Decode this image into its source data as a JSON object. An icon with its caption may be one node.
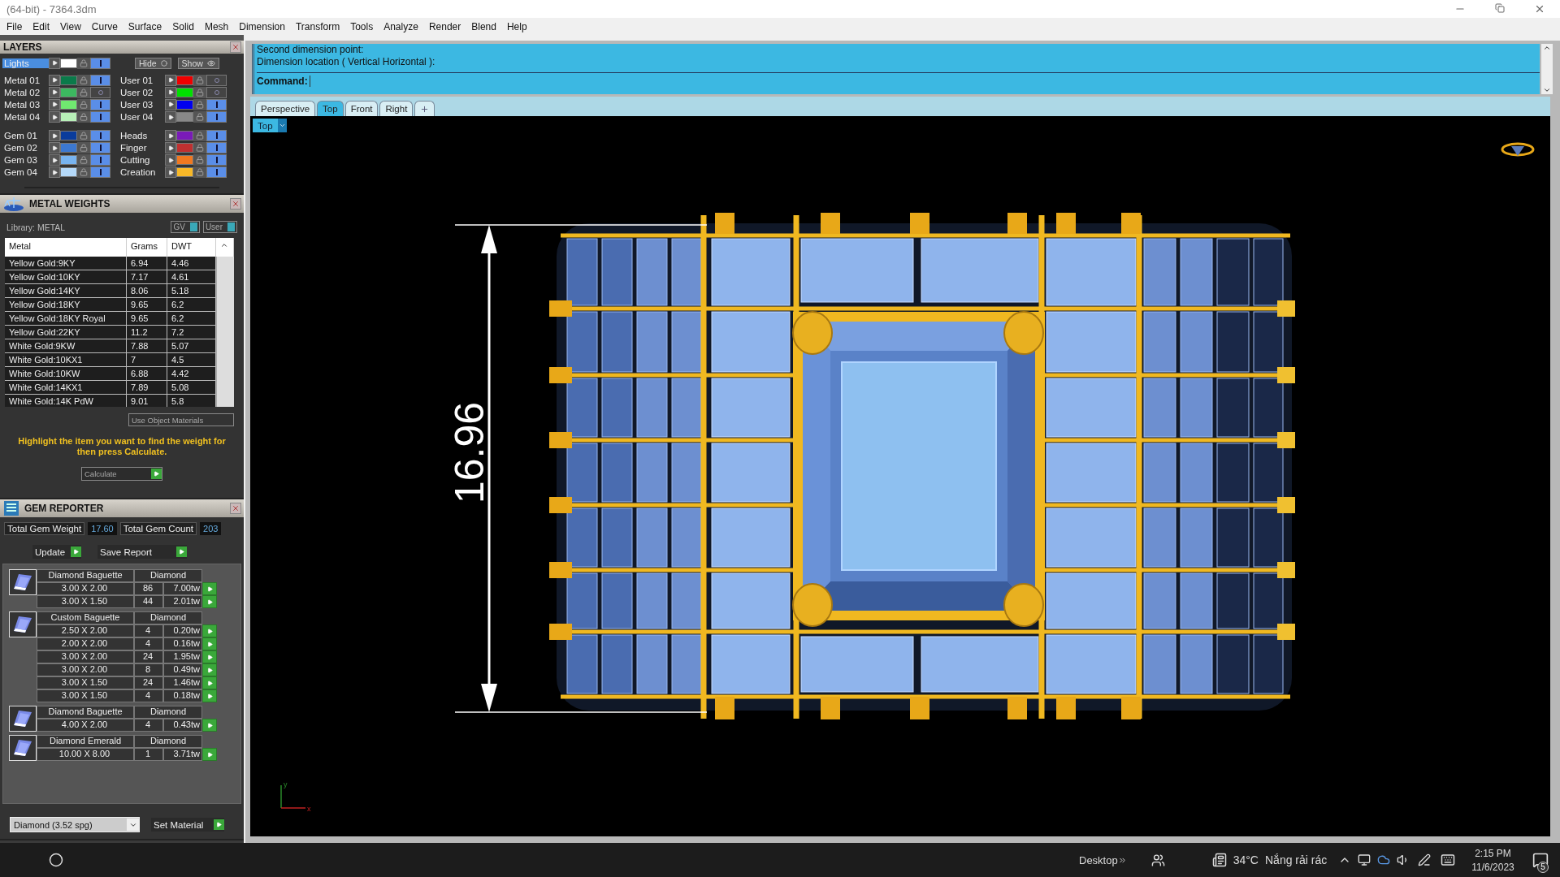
{
  "diagram": {
    "nodes": [
      {
        "text": [
          "LAYERS",
          "Lights",
          "Hide",
          "Show",
          "Metal 01",
          "User 01",
          "Metal 02",
          "User 02",
          "Metal 03",
          "User 03",
          "Metal 04",
          "User 04",
          "Gem 01",
          "Heads",
          "Gem 02",
          "Finger",
          "Gem 03",
          "Cutting",
          "Gem 04",
          "Creation"
        ]
      },
      {
        "text": [
          "METAL WEIGHTS",
          "Library: METAL",
          "GV",
          "User",
          "Use Object Materials",
          "Highlight the item you want to find the weight for then press Calculate.",
          "Calculate"
        ]
      },
      {
        "text": [
          "Metal",
          "Grams",
          "DWT",
          "Yellow Gold:9KY",
          "6.94",
          "4.46",
          "Yellow Gold:10KY",
          "7.17",
          "4.61",
          "Yellow Gold:14KY",
          "8.06",
          "5.18",
          "Yellow Gold:18KY",
          "9.65",
          "6.2",
          "Yellow Gold:18KY Royal",
          "9.65",
          "6.2",
          "Yellow Gold:22KY",
          "11.2",
          "7.2",
          "White Gold:9KW",
          "7.88",
          "5.07",
          "White Gold:10KX1",
          "7",
          "4.5",
          "White Gold:10KW",
          "6.88",
          "4.42",
          "White Gold:14KX1",
          "7.89",
          "5.08",
          "White Gold:14K PdW",
          "9.01",
          "5.8"
        ],
        "in": 1
      },
      {
        "text": [
          "GEM REPORTER",
          "Total Gem Weight",
          "17.60",
          "Total Gem Count",
          "203",
          "Update",
          "Save Report",
          "Diamond (3.52 spg)",
          "Set Material"
        ]
      },
      {
        "text": [
          "Diamond Baguette",
          "Diamond",
          "3.00 X 2.00",
          "86",
          "7.00tw",
          "3.00 X 1.50",
          "44",
          "2.01tw"
        ],
        "in": 3
      },
      {
        "text": [
          "Custom Baguette",
          "Diamond",
          "2.50 X 2.00",
          "4",
          "0.20tw",
          "2.00 X 2.00",
          "4",
          "0.16tw",
          "3.00 X 2.00",
          "24",
          "1.95tw",
          "3.00 X 2.00",
          "8",
          "0.49tw",
          "3.00 X 1.50",
          "24",
          "1.46tw",
          "3.00 X 1.50",
          "4",
          "0.18tw"
        ],
        "in": 3
      },
      {
        "text": [
          "Diamond Baguette",
          "Diamond",
          "4.00 X 2.00",
          "4",
          "0.43tw"
        ],
        "in": 3
      },
      {
        "text": [
          "Diamond Emerald",
          "Diamond",
          "10.00 X 8.00",
          "1",
          "3.71tw"
        ],
        "in": 3
      },
      {
        "text": [
          "Second dimension point:",
          "Dimension location ( Vertical  Horizontal ):",
          "Command:"
        ]
      },
      {
        "text": [
          "Perspective",
          "Top",
          "Front",
          "Right",
          "Top",
          "16.96",
          "y",
          "x"
        ]
      }
    ],
    "labels": [
      "(64-bit) - 7364.3dm",
      "File",
      "Edit",
      "View",
      "Curve",
      "Surface",
      "Solid",
      "Mesh",
      "Dimension",
      "Transform",
      "Tools",
      "Analyze",
      "Render",
      "Blend",
      "Help",
      "Desktop",
      "34°C",
      "Nắng rải rác",
      "2:15 PM",
      "11/6/2023",
      "5"
    ]
  }
}
